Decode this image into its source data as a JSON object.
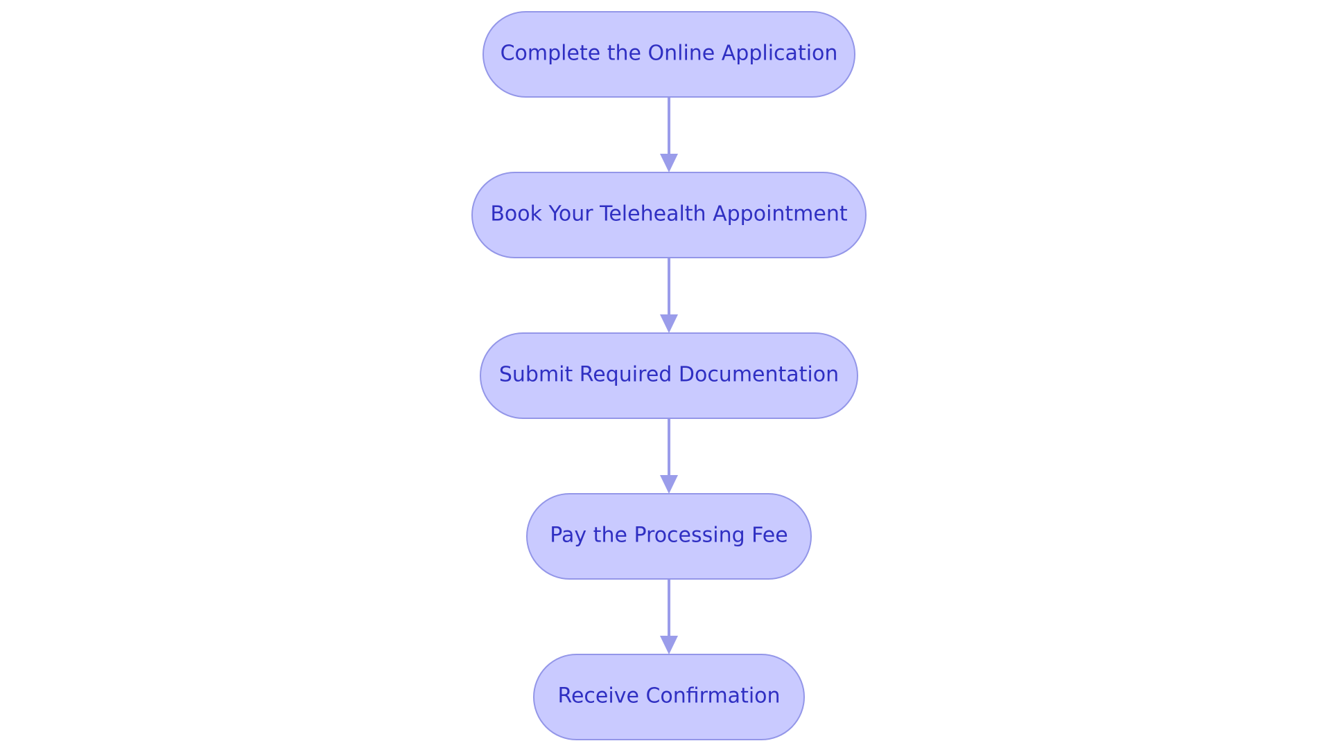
{
  "diagram": {
    "type": "flowchart",
    "direction": "top-to-bottom",
    "colors": {
      "node_fill": "#c9caff",
      "node_border": "#9396e8",
      "node_text": "#2f2fc2",
      "edge": "#9a9cea",
      "background": "#ffffff"
    },
    "nodes": [
      {
        "id": "step1",
        "label": "Complete the Online Application"
      },
      {
        "id": "step2",
        "label": "Book Your Telehealth Appointment"
      },
      {
        "id": "step3",
        "label": "Submit Required Documentation"
      },
      {
        "id": "step4",
        "label": "Pay the Processing Fee"
      },
      {
        "id": "step5",
        "label": "Receive Confirmation"
      }
    ],
    "edges": [
      {
        "from": "step1",
        "to": "step2"
      },
      {
        "from": "step2",
        "to": "step3"
      },
      {
        "from": "step3",
        "to": "step4"
      },
      {
        "from": "step4",
        "to": "step5"
      }
    ]
  }
}
